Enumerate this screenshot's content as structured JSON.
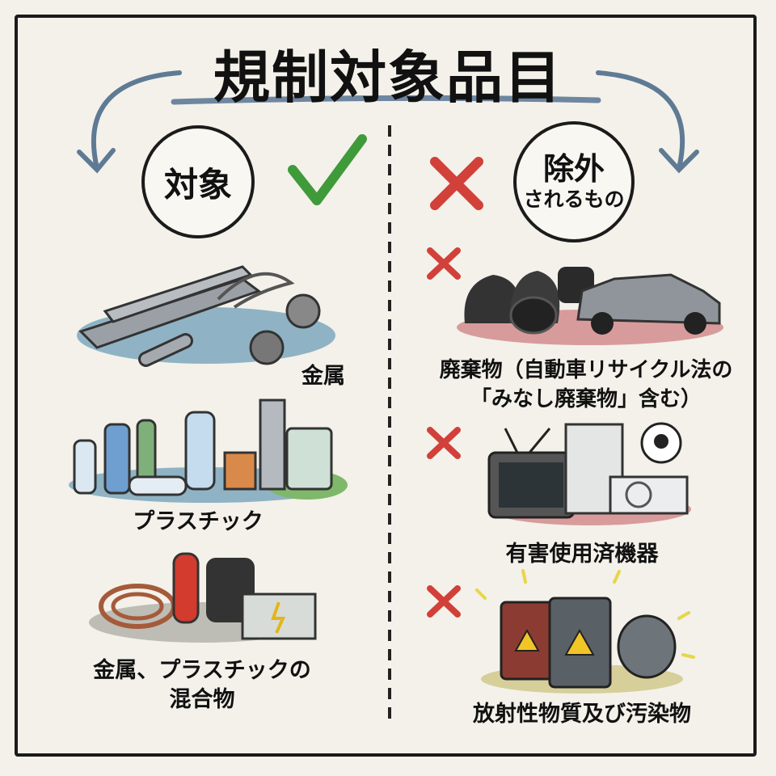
{
  "title": "規制対象品目",
  "included": {
    "heading": "対象",
    "items": [
      {
        "label": "金属"
      },
      {
        "label": "プラスチック"
      },
      {
        "label_line1": "金属、プラスチックの",
        "label_line2": "混合物"
      }
    ]
  },
  "excluded": {
    "heading": "除外",
    "subheading": "されるもの",
    "items": [
      {
        "label_line1": "廃棄物（自動車リサイクル法の",
        "label_line2": "「みなし廃棄物」含む）"
      },
      {
        "label": "有害使用済機器"
      },
      {
        "label": "放射性物質及び汚染物"
      }
    ]
  },
  "colors": {
    "check": "#3f9a3a",
    "cross": "#d2403a",
    "arrow": "#5f7a94",
    "background": "#f3f1ea"
  }
}
